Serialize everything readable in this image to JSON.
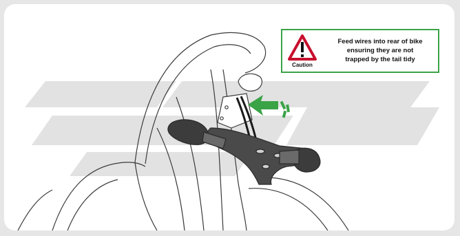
{
  "caution": {
    "label": "Caution",
    "lines": [
      "Feed wires into rear of bike",
      "ensuring they are not",
      "trapped by the tail tidy"
    ],
    "icon": "warning-triangle-icon"
  },
  "colors": {
    "frame_background": "#e6e6e6",
    "panel_background": "#ffffff",
    "watermark": "#e4e4e4",
    "arrow": "#3aa346",
    "box_border": "#3aa346",
    "warning_triangle": "#c8102e"
  }
}
